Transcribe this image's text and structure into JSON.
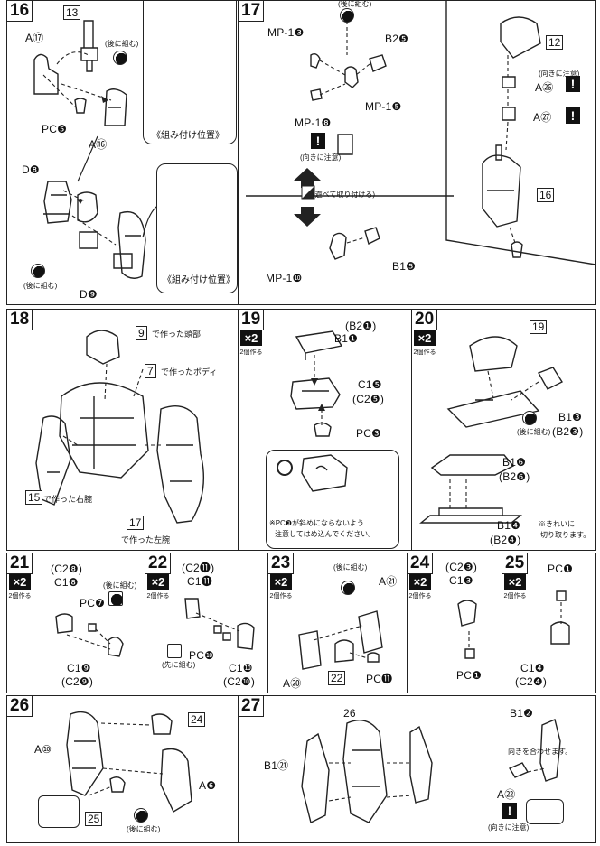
{
  "steps": {
    "s16": {
      "num": "16",
      "ref13": "13",
      "a17": "A⑰",
      "tip_tuck": "(後に組む)",
      "pc5": "PC❺",
      "a16": "A⑯",
      "pos_top": "《組み付け位置》",
      "d8": "D❽",
      "d9": "D❾",
      "pos_bottom": "《組み付け位置》",
      "tip_tuck2": "(後に組む)"
    },
    "s17": {
      "num": "17",
      "tip_top": "(後に組む)",
      "mp1_3": "MP-1❸",
      "b2_5": "B2❺",
      "mp1_5": "MP-1❺",
      "mp1_8": "MP-1❽",
      "tip_dir": "(向きに注意)",
      "tip_move": "(遊べて取り付ける)",
      "mp1_10": "MP-1❿",
      "b1_5": "B1❺",
      "ref12": "12",
      "a26": "A㉖",
      "tip_dir2": "(向きに注意)",
      "a27": "A㉗",
      "ref16": "16"
    },
    "s18": {
      "num": "18",
      "ref9": "9",
      "head": "で作った頭部",
      "ref7": "7",
      "body": "で作ったボディ",
      "ref15": "15",
      "rarm": "で作った右腕",
      "ref17": "17",
      "larm": "で作った左腕"
    },
    "s19": {
      "num": "19",
      "x2": "×2",
      "make": "2個作る",
      "b21": "(B2❶)",
      "b11": "B1❶",
      "c15": "C1❺",
      "c25": "(C2❺)",
      "pc3": "PC❸",
      "note1": "※PC❸が斜めにならないよう",
      "note2": "注意してはめ込んでください。"
    },
    "s20": {
      "num": "20",
      "x2": "×2",
      "make": "2個作る",
      "ref19": "19",
      "tip_tuck": "(後に組む)",
      "b13": "B1❸",
      "b23": "(B2❸)",
      "b16": "B1❻",
      "b26": "(B2❻)",
      "b14": "B1❹",
      "b24": "(B2❹)",
      "cut1": "※きれいに",
      "cut2": "切り取ります。"
    },
    "s21": {
      "num": "21",
      "x2": "×2",
      "make": "2個作る",
      "c28": "(C2❽)",
      "c18": "C1❽",
      "tip_tuck": "(後に組む)",
      "pc7": "PC❼",
      "c19": "C1❾",
      "c29": "(C2❾)"
    },
    "s22": {
      "num": "22",
      "x2": "×2",
      "make": "2個作る",
      "c211": "(C2⓫)",
      "c111": "C1⓫",
      "pc10": "PC❿",
      "tip_tuck": "(先に組む)",
      "c110": "C1❿",
      "c210": "(C2❿)"
    },
    "s23": {
      "num": "23",
      "x2": "×2",
      "make": "2個作る",
      "tip_tuck": "(後に組む)",
      "a21": "A㉑",
      "a20": "A⑳",
      "ref22": "22",
      "pc11": "PC⓫"
    },
    "s24": {
      "num": "24",
      "x2": "×2",
      "make": "2個作る",
      "c23": "(C2❸)",
      "c13": "C1❸",
      "pc1": "PC❶"
    },
    "s25": {
      "num": "25",
      "x2": "×2",
      "make": "2個作る",
      "pc1": "PC❶",
      "c14": "C1❹",
      "c24": "(C2❹)"
    },
    "s26": {
      "num": "26",
      "ref24": "24",
      "a10": "A⑩",
      "a6": "A❻",
      "ref25": "25",
      "tip_tuck": "(後に組む)"
    },
    "s27": {
      "num": "27",
      "ref26": "26",
      "b121": "B1㉑",
      "b12": "B1❷",
      "tip_orient": "向きを合わせます。",
      "a22": "A㉒",
      "tip_dir": "(向きに注意)"
    }
  }
}
